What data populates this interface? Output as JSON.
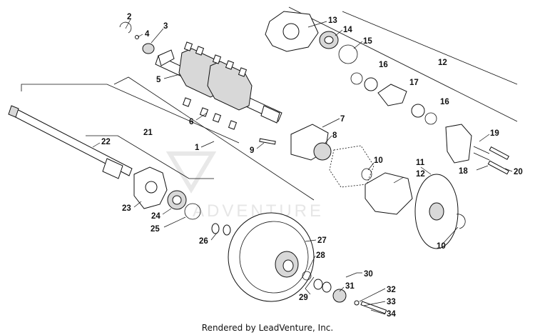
{
  "credit": "Rendered by LeadVenture, Inc.",
  "watermark": "ADVENTURE",
  "callouts": [
    {
      "num": "1"
    },
    {
      "num": "2"
    },
    {
      "num": "3"
    },
    {
      "num": "4"
    },
    {
      "num": "5"
    },
    {
      "num": "6"
    },
    {
      "num": "7"
    },
    {
      "num": "8"
    },
    {
      "num": "9"
    },
    {
      "num": "10"
    },
    {
      "num": "10"
    },
    {
      "num": "11"
    },
    {
      "num": "12"
    },
    {
      "num": "12"
    },
    {
      "num": "13"
    },
    {
      "num": "14"
    },
    {
      "num": "15"
    },
    {
      "num": "16"
    },
    {
      "num": "16"
    },
    {
      "num": "17"
    },
    {
      "num": "18"
    },
    {
      "num": "19"
    },
    {
      "num": "20"
    },
    {
      "num": "21"
    },
    {
      "num": "22"
    },
    {
      "num": "23"
    },
    {
      "num": "24"
    },
    {
      "num": "25"
    },
    {
      "num": "26"
    },
    {
      "num": "27"
    },
    {
      "num": "28"
    },
    {
      "num": "29"
    },
    {
      "num": "30"
    },
    {
      "num": "31"
    },
    {
      "num": "32"
    },
    {
      "num": "33"
    },
    {
      "num": "34"
    }
  ]
}
